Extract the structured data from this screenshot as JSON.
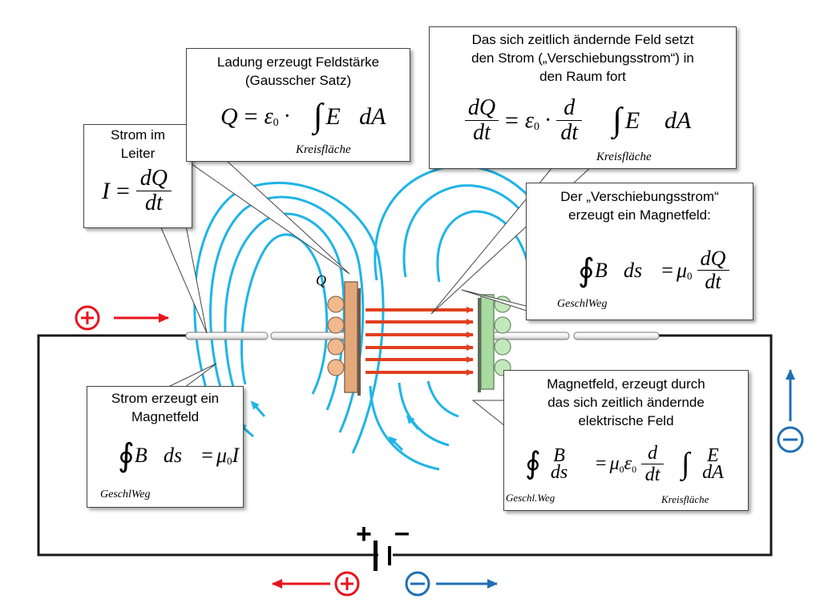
{
  "callouts": {
    "current": {
      "line1": "Strom im",
      "line2": "Leiter"
    },
    "gauss": {
      "line1": "Ladung erzeugt Feldstärke",
      "line2": "(Gausscher Satz)"
    },
    "displacement": {
      "line1": "Das sich zeitlich ändernde Feld setzt",
      "line2": "den Strom („Verschiebungsstrom“) in",
      "line3": "den Raum fort"
    },
    "magnet_disp": {
      "line1": "Der „Verschiebungsstrom“",
      "line2": "erzeugt ein Magnetfeld:"
    },
    "magnet_wire": {
      "line1": "Strom erzeugt ein",
      "line2": "Magnetfeld"
    },
    "magnet_efield": {
      "line1": "Magnetfeld, erzeugt durch",
      "line2": "das sich zeitlich ändernde",
      "line3": "elektrische Feld"
    }
  },
  "formula_text": {
    "dQ": "dQ",
    "dt": "dt",
    "d": "d",
    "I": "I",
    "Q": "Q",
    "eps0": "ε",
    "zero": "0",
    "mu0": "μ",
    "kreisflaeche": "Kreisfläche",
    "geschlweg1": "GeschlWeg",
    "geschlweg2": "Geschl.Weg",
    "eq": "=",
    "dot": "·"
  },
  "labels": {
    "charge": "Q",
    "battery_plus": "+",
    "battery_minus": "–"
  },
  "colors": {
    "field_lines": "#1fb4e6",
    "e_field_arrows": "#e0401f",
    "positive": "#e8141d",
    "negative": "#1f6fb5",
    "plate_left": "#e3a87a",
    "plate_right": "#a7dba0",
    "charge_left": "#f1b98d",
    "charge_right": "#c3e8bc",
    "wire": "#1a1a1a"
  }
}
